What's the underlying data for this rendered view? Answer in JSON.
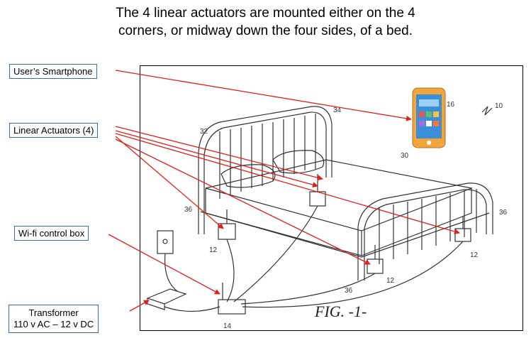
{
  "caption": {
    "line1": "The 4 linear actuators are mounted either on the 4",
    "line2": "corners, or midway down the four sides, of a bed."
  },
  "labels": {
    "smartphone": "User’s Smartphone",
    "actuators": "Linear Actuators (4)",
    "wifi": "Wi-fi control box",
    "transformer_line1": "Transformer",
    "transformer_line2": "110 v AC – 12 v DC"
  },
  "figure": {
    "title": "FIG. -1-",
    "ref_numbers": {
      "n10": "10",
      "n16": "16",
      "n34": "34",
      "n32": "32",
      "n30": "30",
      "n36a": "36",
      "n36b": "36",
      "n36c": "36",
      "n12a": "12",
      "n12b": "12",
      "n12c": "12",
      "n14": "14"
    }
  },
  "colors": {
    "arrow": "#e0201c",
    "label_border": "#3b6bb8",
    "phone_body": "#f0a63a",
    "phone_screen": "#3a8fd8"
  }
}
